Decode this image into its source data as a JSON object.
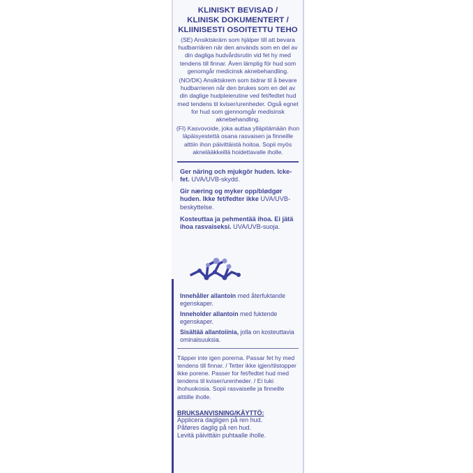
{
  "heading": {
    "line1": "KLINISKT BEVISAD /",
    "line2": "KLINISK DOKUMENTERT /",
    "line3": "KLIINISESTI OSOITETTU TEHO"
  },
  "descriptions": {
    "se": "(SE) Ansiktskräm som hjälper till att bevara hudbarriären när den används som en del av din dagliga hudvårdsrutin vid fet hy med tendens till finnar. Även lämplig för hud som genomgår medicinsk aknebehandling.",
    "no_dk": "(NO/DK) Ansiktskrem som bidrar til å bevare hudbarrieren når den brukes som en del av din daglige hudpleierutine ved fet/fedtet hud med tendens til kviser/urenheder. Også egnet for hud som gjennomgår medisinsk aknebehandling.",
    "fi": "(FI) Kasvovoide, joka auttaa ylläpitämään ihon läpäisyestettä osana rasvaisen ja finneille alttiin ihon päivittäistä hoitoa. Sopii myös aknelääkkeillä hoidettavalle iholle."
  },
  "benefits": {
    "se": {
      "bold": "Ger näring och mjukgör huden. Icke-fet.",
      "rest": " UVA/UVB-skydd."
    },
    "no": {
      "bold": "Gir næring og myker opp/blødgør huden. Ikke fet/fedter ikke",
      "rest": " UVA/UVB-beskyttelse."
    },
    "fi": {
      "bold": "Kosteuttaa ja pehmentää ihoa. Ei jätä ihoa rasvaiseksi.",
      "rest": " UVA/UVB-suoja."
    }
  },
  "molecule_icon": "molecule-icon",
  "ingredients": {
    "se": {
      "bold": "Innehåller allantoin",
      "rest": " med återfuktande egenskaper."
    },
    "no": {
      "bold": "Inneholder allantoin",
      "rest": " med fuktende egenskaper."
    },
    "fi": {
      "bold": "Sisältää allantoiinia,",
      "rest": " jolla on kosteuttavia ominaisuuksia."
    }
  },
  "pores_text": "Täpper inte igen porerna. Passar fet hy med tendens till finnar. / Tetter ikke igjen/tilstopper ikke porene. Passer for fet/fedtet hud med tendens til kviser/urenheder. / Ei tuki ihohuokosia. Sopii rasvaiselle ja finneille alttiille iholle.",
  "usage": {
    "title": "BRUKSANVISNING/KÄYTTÖ:",
    "line_se": "Applicera dagligen på ren hud.",
    "line_no": "Påføres daglig på ren hud.",
    "line_fi": "Levitä päivittäin puhtaalle iholle."
  },
  "colors": {
    "text": "#3f4494",
    "accent": "#34398a",
    "molecule_node_dark": "#3a3f9c",
    "molecule_node_light": "#8f93d6"
  }
}
